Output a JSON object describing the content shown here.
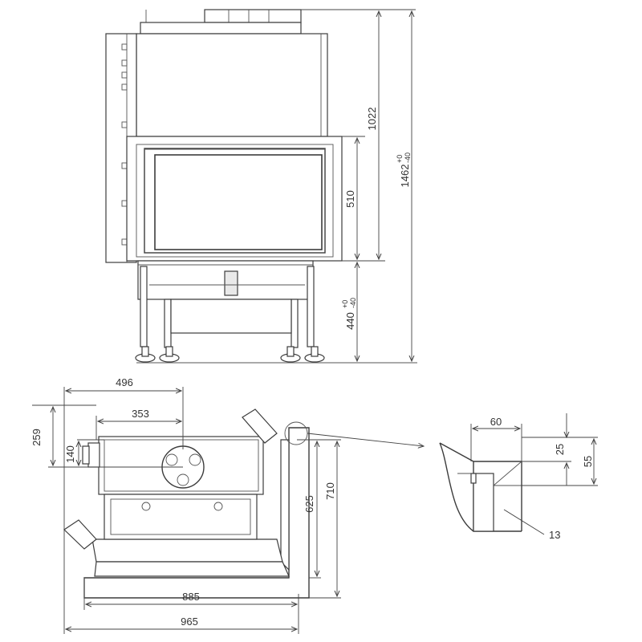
{
  "front_view": {
    "dim_glass_height": "510",
    "dim_top_height": "1022",
    "dim_total_height_base": "1462",
    "dim_total_height_tol_upper": "+0",
    "dim_total_height_tol_lower": "-40",
    "dim_base_height_base": "440",
    "dim_base_height_tol_upper": "+0",
    "dim_base_height_tol_lower": "-40"
  },
  "plan_view": {
    "dim_496": "496",
    "dim_353": "353",
    "dim_259": "259",
    "dim_140": "140",
    "dim_625": "625",
    "dim_710": "710",
    "dim_885": "885",
    "dim_965": "965"
  },
  "detail_view": {
    "dim_60": "60",
    "dim_25": "25",
    "dim_55": "55",
    "dim_13": "13"
  }
}
